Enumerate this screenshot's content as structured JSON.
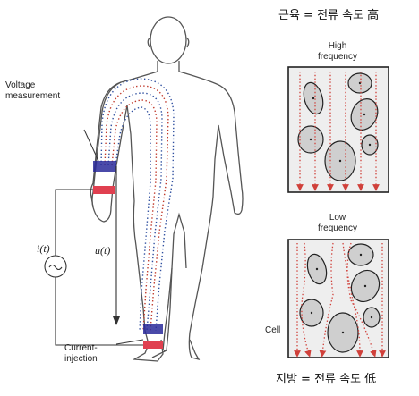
{
  "caption_top": "근육 = 전류 속도 高",
  "caption_bottom": "지방 = 전류 속도 低",
  "labels": {
    "voltage_line1": "Voltage",
    "voltage_line2": "measurement",
    "current_line1": "Current-",
    "current_line2": "injection",
    "it": "i(t)",
    "ut": "u(t)",
    "cell": "Cell",
    "high_line1": "High",
    "high_line2": "frequency",
    "low_line1": "Low",
    "low_line2": "frequency"
  },
  "colors": {
    "skin_outline": "#555555",
    "band_blue": "#2a2a9a",
    "band_red": "#e04050",
    "dots_red": "#c0392b",
    "dots_blue": "#3050a0",
    "cell_fill": "#cfcfcf",
    "box_fill": "#eeeeee"
  }
}
